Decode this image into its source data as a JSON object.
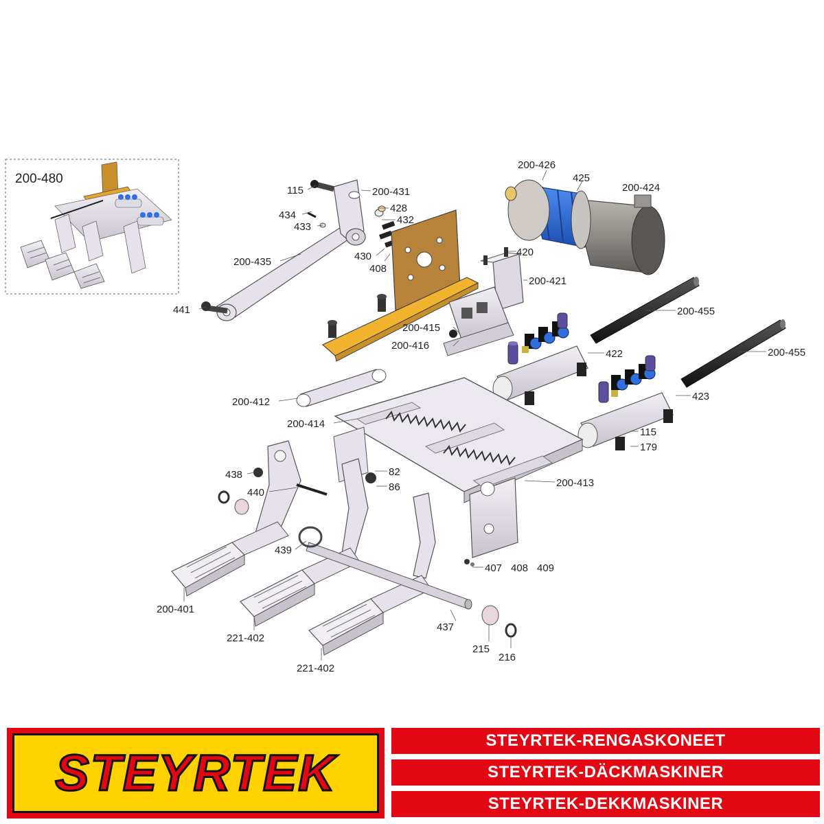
{
  "assembly": {
    "id": "200-480"
  },
  "labels": {
    "p115a": "115",
    "p200_431": "200-431",
    "p434": "434",
    "p433": "433",
    "p428": "428",
    "p432": "432",
    "p430": "430",
    "p408a": "408",
    "p200_435": "200-435",
    "p441": "441",
    "p200_426": "200-426",
    "p425": "425",
    "p200_424": "200-424",
    "p420": "420",
    "p200_421": "200-421",
    "p200_415": "200-415",
    "p200_416": "200-416",
    "p200_455a": "200-455",
    "p200_455b": "200-455",
    "p422": "422",
    "p423": "423",
    "p115b": "115",
    "p179": "179",
    "p200_412": "200-412",
    "p200_414": "200-414",
    "p200_413": "200-413",
    "p438": "438",
    "p440": "440",
    "p82": "82",
    "p86": "86",
    "p439": "439",
    "p407": "407",
    "p408b": "408",
    "p409": "409",
    "p200_401": "200-401",
    "p221_402a": "221-402",
    "p221_402b": "221-402",
    "p437": "437",
    "p215": "215",
    "p216": "216"
  },
  "footer": {
    "logo_text": "STEYRTEK",
    "bands": [
      "STEYRTEK-RENGASKONEET",
      "STEYRTEK-DÄCKMASKINER",
      "STEYRTEK-DEKKMASKINER"
    ]
  },
  "colors": {
    "brand_red": "#e30613",
    "brand_yellow": "#ffd200",
    "plate_orange": "#e3a52a",
    "motor_blue": "#2f6fe0",
    "part_lilac": "#e6e1ea"
  }
}
